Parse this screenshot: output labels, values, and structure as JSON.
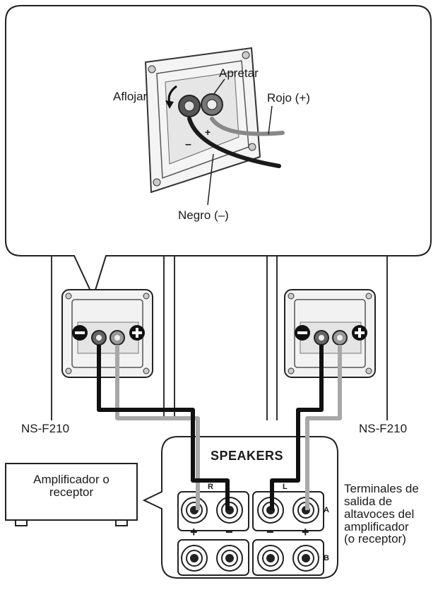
{
  "callout": {
    "loosen": "Aflojar",
    "tighten": "Apretar",
    "red": "Rojo (+)",
    "black": "Negro (–)",
    "minus": "–",
    "plus": "+"
  },
  "speakers": {
    "left_model": "NS-F210",
    "right_model": "NS-F210",
    "minus_symbol": "−",
    "plus_symbol": "+"
  },
  "amp_panel": {
    "title": "SPEAKERS",
    "channel_r": "R",
    "channel_l": "L",
    "row_a": "A",
    "row_b": "B",
    "plus": "+",
    "minus": "−"
  },
  "amplifier": {
    "line1": "Amplificador o",
    "line2": "receptor"
  },
  "terminals_note": {
    "line1": "Terminales de",
    "line2": "salida de",
    "line3": "altavoces del",
    "line4": "amplificador",
    "line5": "(o receptor)"
  }
}
